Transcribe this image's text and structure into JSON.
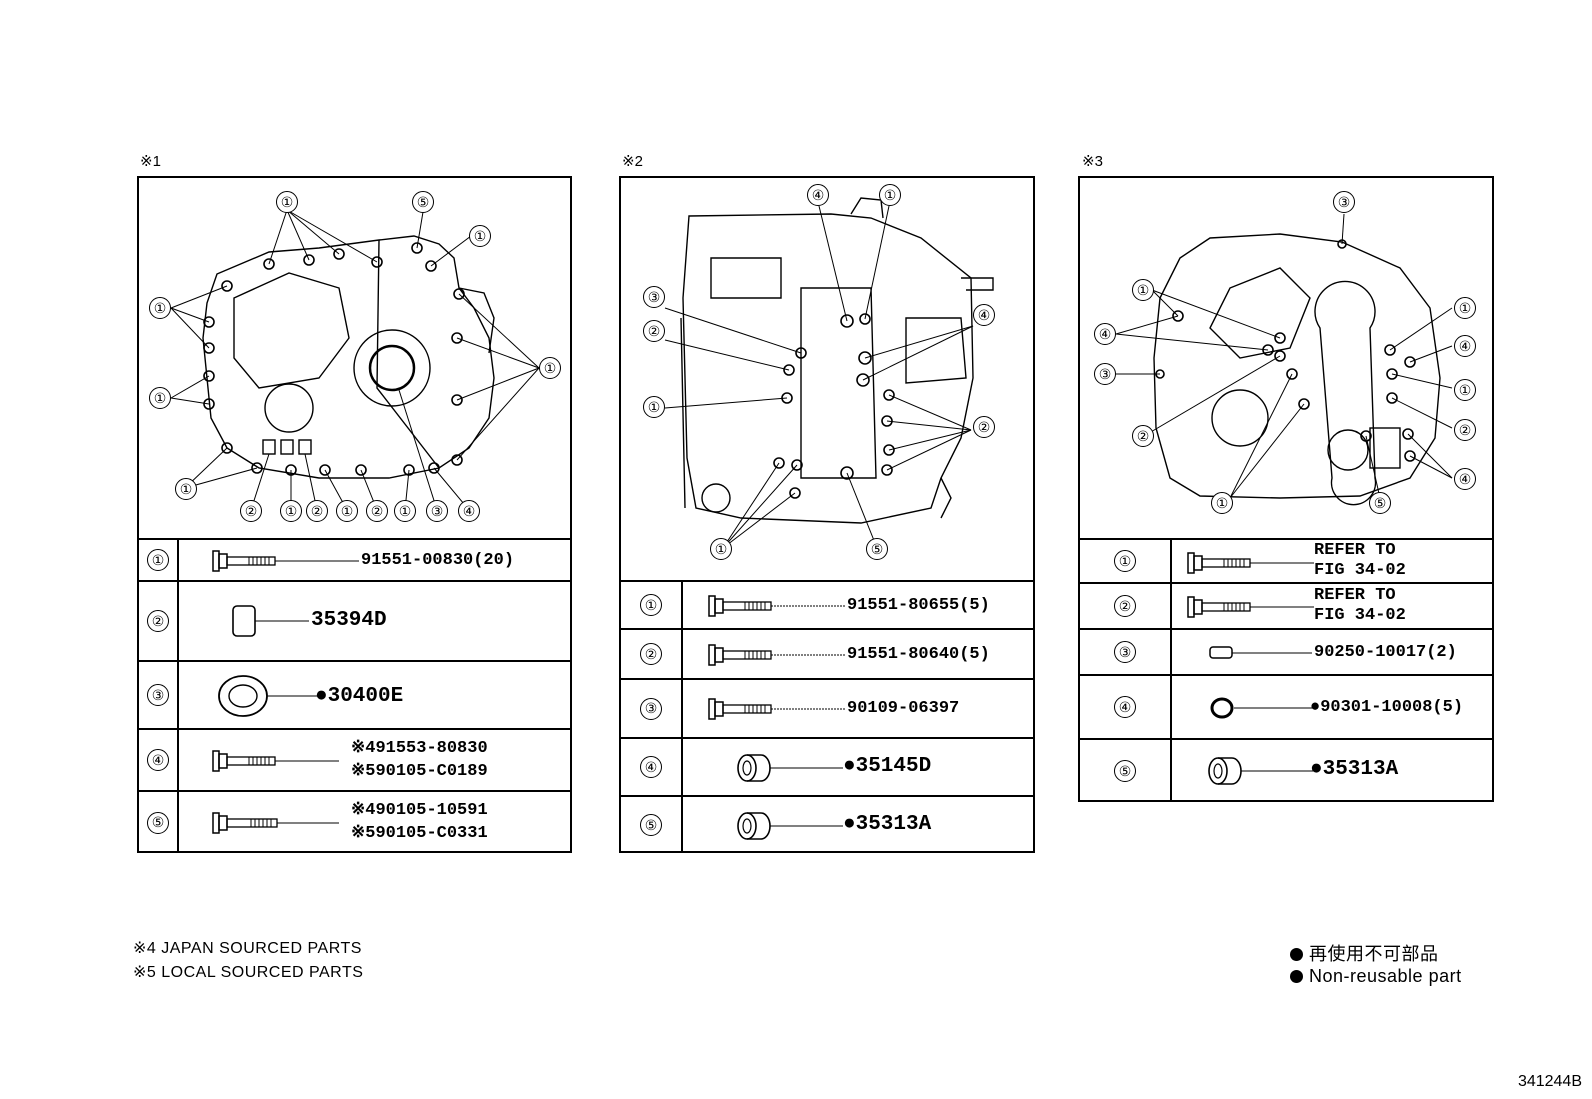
{
  "panels": [
    {
      "label": "※1",
      "callouts": [
        "①",
        "②",
        "③",
        "④",
        "⑤"
      ],
      "rows": [
        {
          "index": "①",
          "parts": [
            "91551-00830(20)"
          ]
        },
        {
          "index": "②",
          "parts": [
            "35394D"
          ]
        },
        {
          "index": "③",
          "parts": [
            "●30400E"
          ]
        },
        {
          "index": "④",
          "parts": [
            "※491553-80830",
            "※590105-C0189"
          ]
        },
        {
          "index": "⑤",
          "parts": [
            "※490105-10591",
            "※590105-C0331"
          ]
        }
      ]
    },
    {
      "label": "※2",
      "callouts": [
        "①",
        "②",
        "③",
        "④",
        "⑤"
      ],
      "rows": [
        {
          "index": "①",
          "parts": [
            "91551-80655(5)"
          ]
        },
        {
          "index": "②",
          "parts": [
            "91551-80640(5)"
          ]
        },
        {
          "index": "③",
          "parts": [
            "90109-06397"
          ]
        },
        {
          "index": "④",
          "parts": [
            "●35145D"
          ]
        },
        {
          "index": "⑤",
          "parts": [
            "●35313A"
          ]
        }
      ]
    },
    {
      "label": "※3",
      "callouts": [
        "①",
        "②",
        "③",
        "④",
        "⑤"
      ],
      "rows": [
        {
          "index": "①",
          "parts": [
            "REFER TO",
            "FIG 34-02"
          ]
        },
        {
          "index": "②",
          "parts": [
            "REFER TO",
            "FIG 34-02"
          ]
        },
        {
          "index": "③",
          "parts": [
            "90250-10017(2)"
          ]
        },
        {
          "index": "④",
          "parts": [
            "●90301-10008(5)"
          ]
        },
        {
          "index": "⑤",
          "parts": [
            "●35313A"
          ]
        }
      ]
    }
  ],
  "notes": {
    "japan": "※4 JAPAN SOURCED PARTS",
    "local": "※5 LOCAL SOURCED PARTS"
  },
  "legend": {
    "jp": "再使用不可部品",
    "en": "Non-reusable part"
  },
  "figure_id": "341244B"
}
